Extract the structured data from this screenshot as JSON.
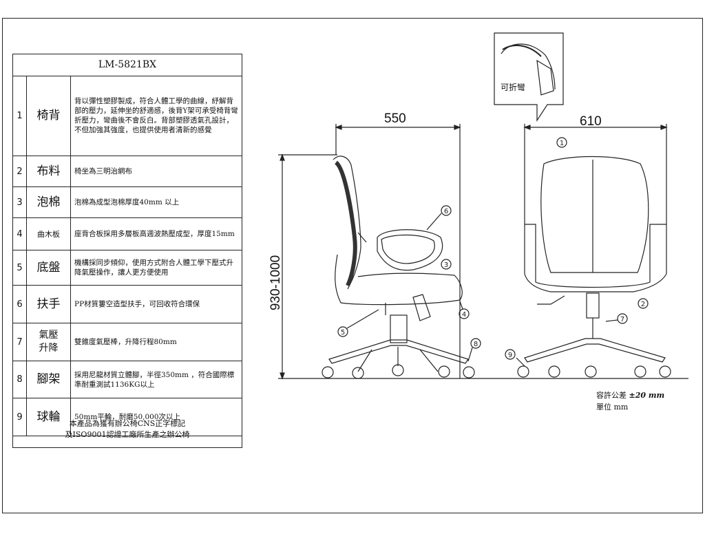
{
  "model": "LM-5821BX",
  "rows": [
    {
      "num": "1",
      "name": "椅背",
      "desc": "背以彈性塑膠製成，符合人體工學的曲線，紓解背部的壓力，延伸坐的舒適感，後背Y架可承受椅背彎折壓力，彎曲後不會反白。背部塑膠透氣孔設計，不但加強其強度，也提供使用者清新的感覺"
    },
    {
      "num": "2",
      "name": "布料",
      "desc": "椅坐為三明治網布"
    },
    {
      "num": "3",
      "name": "泡棉",
      "desc": "泡棉為成型泡棉厚度40mm 以上"
    },
    {
      "num": "4",
      "name": "曲木板",
      "desc": "座背合板採用多層板高週波熱壓成型，厚度15mm"
    },
    {
      "num": "5",
      "name": "底盤",
      "desc": "機構採同步傾仰，使用方式附合人體工學下壓式升降氣壓操作，讓人更方便使用"
    },
    {
      "num": "6",
      "name": "扶手",
      "desc": "PP材質簍空造型扶手，可回收符合環保"
    },
    {
      "num": "7",
      "name": "氣壓升降",
      "desc": "雙錐度氣壓棒，升降行程80mm"
    },
    {
      "num": "8",
      "name": "腳架",
      "desc": "採用尼龍材質立體腳，半徑350mm ，符合國際標準耐重測試1136KG以上"
    },
    {
      "num": "9",
      "name": "球輪",
      "desc": "50mm平輪，耐磨50,000次以上"
    }
  ],
  "footer": [
    "本產品為獲有辦公椅CNS正字標記",
    "及ISO9001認證工廠所生產之辦公椅"
  ],
  "dimensions": {
    "depth": "550",
    "width": "610",
    "height": "930-1000"
  },
  "callout_label": "可折彎",
  "tolerance": {
    "label": "容許公差",
    "value": "±20 mm",
    "unit_label": "單位 mm"
  },
  "markers": [
    "1",
    "2",
    "3",
    "4",
    "5",
    "6",
    "7",
    "8",
    "9"
  ]
}
